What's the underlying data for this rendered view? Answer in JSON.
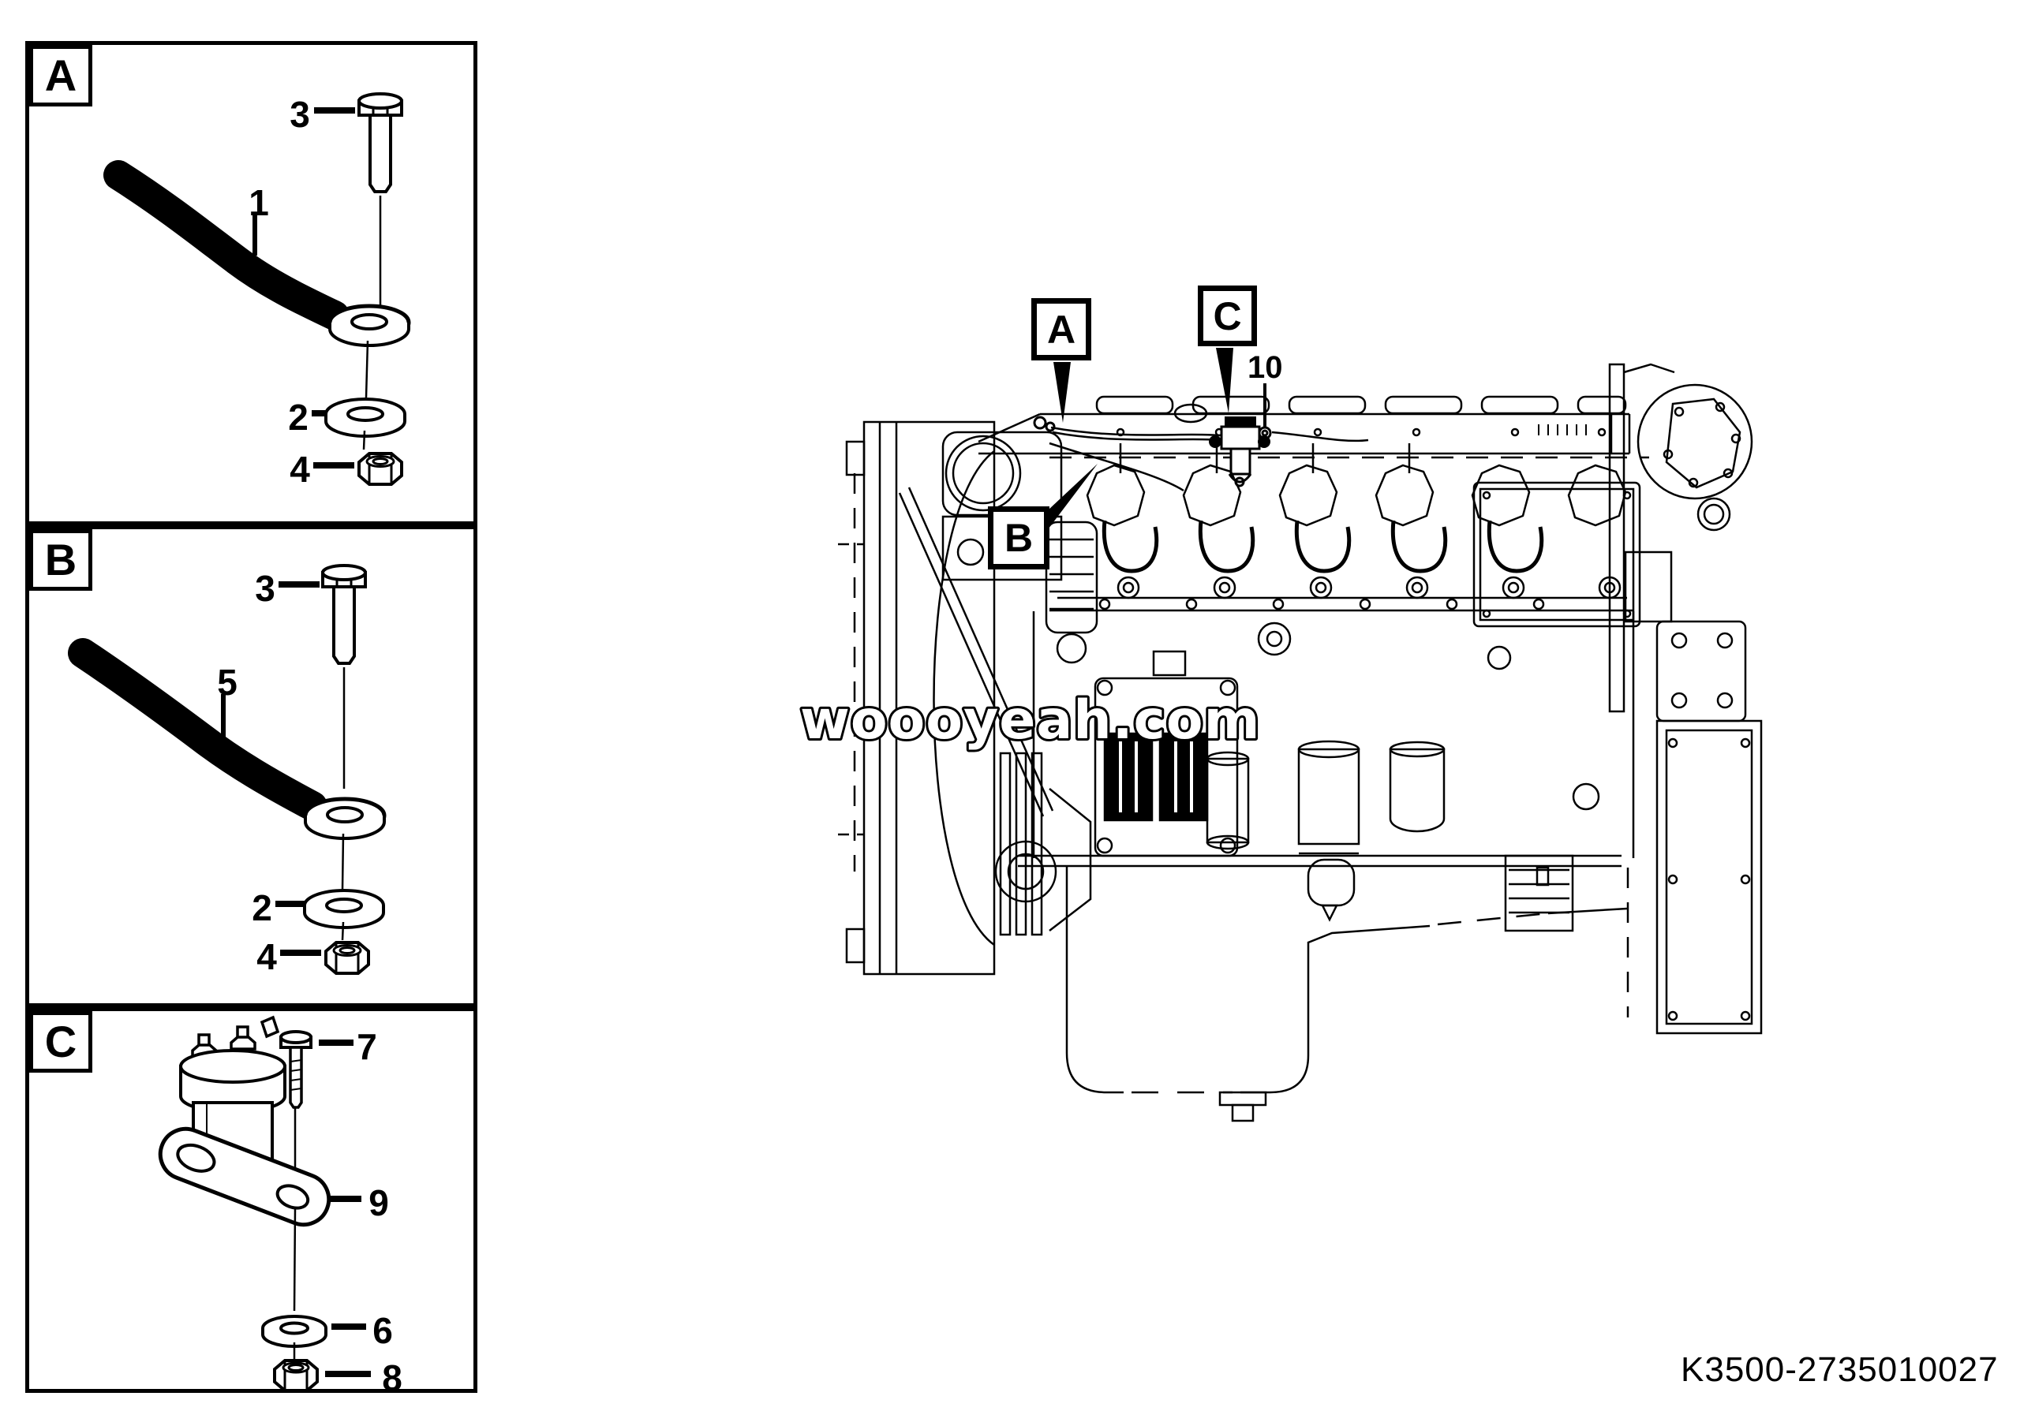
{
  "page": {
    "background": "#ffffff",
    "ink_color": "#000000",
    "watermark": "woooyeah.com",
    "part_number": "K3500-2735010027"
  },
  "panels": [
    {
      "letter": "A",
      "callouts": [
        {
          "label": "3",
          "part": "hex-bolt"
        },
        {
          "label": "1",
          "part": "ground-strap"
        },
        {
          "label": "2",
          "part": "flat-washer"
        },
        {
          "label": "4",
          "part": "hex-nut"
        }
      ]
    },
    {
      "letter": "B",
      "callouts": [
        {
          "label": "3",
          "part": "hex-bolt"
        },
        {
          "label": "5",
          "part": "ground-strap"
        },
        {
          "label": "2",
          "part": "flat-washer"
        },
        {
          "label": "4",
          "part": "hex-nut"
        }
      ]
    },
    {
      "letter": "C",
      "callouts": [
        {
          "label": "7",
          "part": "hex-bolt"
        },
        {
          "label": "9",
          "part": "solenoid-with-flange"
        },
        {
          "label": "6",
          "part": "flat-washer"
        },
        {
          "label": "8",
          "part": "hex-nut"
        }
      ]
    }
  ],
  "engine_view": {
    "location_labels": [
      {
        "label": "A"
      },
      {
        "label": "B"
      },
      {
        "label": "C"
      }
    ],
    "callout": {
      "label": "10"
    }
  }
}
